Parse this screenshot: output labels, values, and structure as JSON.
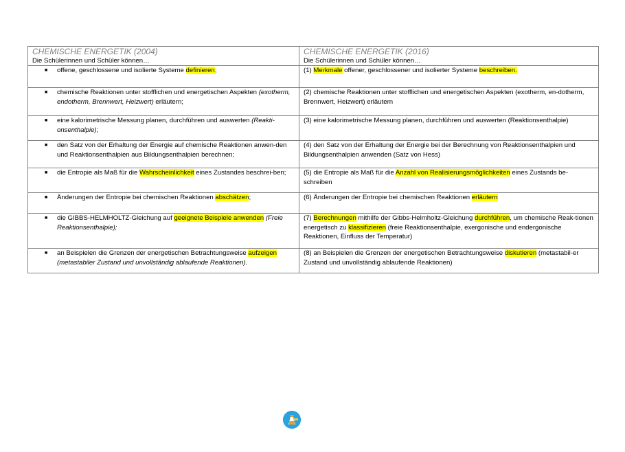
{
  "header": {
    "left_title": "CHEMISCHE ENERGETIK (2004)",
    "left_sub": "Die Schülerinnen und Schüler können…",
    "right_title": "CHEMISCHE ENERGETIK (2016)",
    "right_sub": "Die Schülerinnen und Schüler können…"
  },
  "bullet": "■",
  "rows": [
    {
      "left": [
        {
          "t": "offene, geschlossene und isolierte Systeme "
        },
        {
          "t": "definieren",
          "hl": true
        },
        {
          "t": ";"
        }
      ],
      "right": [
        {
          "t": "(1) "
        },
        {
          "t": "Merkmale",
          "hl": true
        },
        {
          "t": " offener, geschlossener und isolierter Systeme "
        },
        {
          "t": "beschreiben.",
          "hl": true
        }
      ]
    },
    {
      "left": [
        {
          "t": "chemische Reaktionen unter stofflichen und energetischen Aspekten "
        },
        {
          "t": "(exotherm, endotherm, Brennwert, Heizwert)",
          "it": true
        },
        {
          "t": " erläutern;"
        }
      ],
      "right": [
        {
          "t": "(2) chemische Reaktionen unter stofflichen und energetischen Aspekten (exotherm, en-dotherm, Brennwert, Heizwert) erläutern"
        }
      ]
    },
    {
      "left": [
        {
          "t": "eine kalorimetrische Messung planen, durchführen und auswerten "
        },
        {
          "t": "(Reakti-onsenthalpie);",
          "it": true
        }
      ],
      "right": [
        {
          "t": "(3) eine kalorimetrische Messung planen, durchführen und auswerten (Reaktionsenthalpie)"
        }
      ]
    },
    {
      "left": [
        {
          "t": "den Satz von der Erhaltung der Energie auf chemische Reaktionen anwen-den und Reaktionsenthalpien aus Bildungsenthalpien berechnen;"
        }
      ],
      "right": [
        {
          "t": "(4) den Satz von der Erhaltung der Energie bei der Berechnung von Reaktionsenthalpien und Bildungsenthalpien anwenden (Satz von Hess)"
        }
      ]
    },
    {
      "left": [
        {
          "t": "die Entropie als Maß für die "
        },
        {
          "t": "Wahrscheinlichkeit",
          "hl": true
        },
        {
          "t": " eines Zustandes beschrei-ben;"
        }
      ],
      "right": [
        {
          "t": "(5) die Entropie als Maß für die "
        },
        {
          "t": "Anzahl von Realisierungsmöglichkeiten",
          "hl": true
        },
        {
          "t": " eines Zustands be-schreiben"
        }
      ]
    },
    {
      "left": [
        {
          "t": "Änderungen der Entropie bei chemischen Reaktionen "
        },
        {
          "t": "abschätzen",
          "hl": true
        },
        {
          "t": ";"
        }
      ],
      "right": [
        {
          "t": "(6) Änderungen der Entropie bei chemischen Reaktionen "
        },
        {
          "t": "erläutern",
          "hl": true
        }
      ]
    },
    {
      "left": [
        {
          "t": "die GIBBS-HELMHOLTZ-Gleichung auf "
        },
        {
          "t": "geeignete Beispiele anwenden",
          "hl": true
        },
        {
          "t": " "
        },
        {
          "t": "(Freie Reaktionsenthalpie);",
          "it": true
        }
      ],
      "right": [
        {
          "t": "(7) "
        },
        {
          "t": "Berechnungen",
          "hl": true
        },
        {
          "t": " mithilfe der Gibbs-Helmholtz-Gleichung "
        },
        {
          "t": "durchführen",
          "hl": true
        },
        {
          "t": ", um chemische Reak-tionen energetisch zu "
        },
        {
          "t": "klassifizieren",
          "hl": true
        },
        {
          "t": " (freie Reaktionsenthalpie, exergonische und endergonische Reaktionen, Einfluss der Temperatur)"
        }
      ]
    },
    {
      "left": [
        {
          "t": "an Beispielen die Grenzen der energetischen Betrachtungsweise "
        },
        {
          "t": "aufzeigen",
          "hl": true
        },
        {
          "t": " "
        },
        {
          "t": "(metastabiler Zustand und unvollständig ablaufende Reaktionen).",
          "it": true
        }
      ],
      "right": [
        {
          "t": "(8) an Beispielen die Grenzen der energetischen Betrachtungsweise "
        },
        {
          "t": "diskutieren",
          "hl": true
        },
        {
          "t": " (metastabil-er"
        },
        {
          "br": true
        },
        {
          "t": "Zustand und unvollständig ablaufende Reaktionen)"
        }
      ]
    }
  ]
}
